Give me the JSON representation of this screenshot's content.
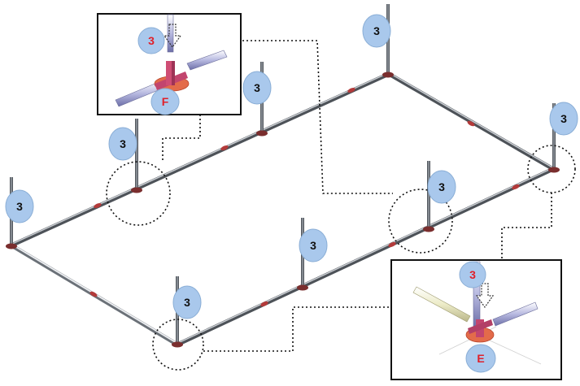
{
  "badges": {
    "step_number": "3",
    "inset_top_step": "3",
    "inset_top_part": "F",
    "inset_bottom_step": "3",
    "inset_bottom_part": "E"
  },
  "colors": {
    "badge_fill": "#a9c8ec",
    "badge_text": "#111111",
    "badge_text_highlight": "#e0202a",
    "pipe_dark": "#555a60",
    "pipe_light": "#d9dde3",
    "connector_red": "#c0392b",
    "fitting_orange": "#e36b4a",
    "fitting_magenta": "#c2456e",
    "leader": "#111111"
  }
}
